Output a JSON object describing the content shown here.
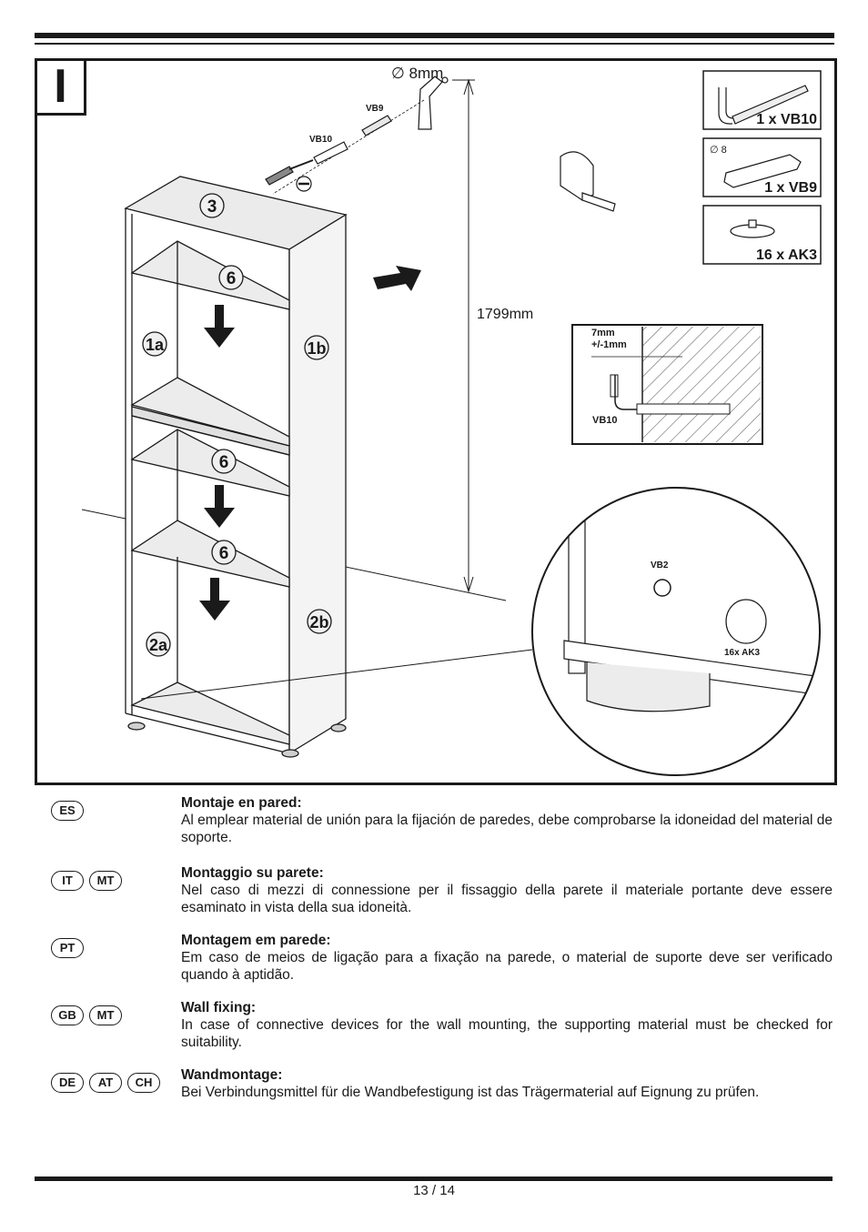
{
  "step": {
    "letter": "I"
  },
  "diagram": {
    "drill_label": "∅ 8mm",
    "vb9_label": "VB9",
    "vb10_label": "VB10",
    "height_label": "1799mm",
    "parts": [
      {
        "label": "1 x VB10"
      },
      {
        "label": "1 x VB9",
        "sub": "∅ 8"
      },
      {
        "label": "16 x AK3"
      }
    ],
    "panel_labels": [
      "3",
      "6",
      "6",
      "6",
      "1a",
      "1b",
      "2a",
      "2b"
    ],
    "detail": {
      "gap": "7mm",
      "tolerance": "+/-1mm",
      "screw": "VB10"
    },
    "zoom": {
      "screw": "VB2",
      "glide": "16x AK3"
    }
  },
  "languages": [
    {
      "codes": [
        "ES"
      ],
      "heading": "Montaje en pared:",
      "body": "Al emplear material de unión para la fijación de paredes, debe comprobarse la idoneidad del material de soporte."
    },
    {
      "codes": [
        "IT",
        "MT"
      ],
      "heading": "Montaggio su parete:",
      "body": "Nel caso di mezzi di connessione per il fissaggio della parete il materiale portante deve essere esaminato in vista della sua idoneità."
    },
    {
      "codes": [
        "PT"
      ],
      "heading": "Montagem em parede:",
      "body": "Em caso de meios de ligação para a fixação na parede, o material de suporte deve ser verificado quando à aptidão."
    },
    {
      "codes": [
        "GB",
        "MT"
      ],
      "heading": "Wall fixing:",
      "body": "In case of connective devices for the wall mounting, the supporting material must be checked for suitability."
    },
    {
      "codes": [
        "DE",
        "AT",
        "CH"
      ],
      "heading": "Wandmontage:",
      "body": "Bei Verbindungsmittel für die Wandbefestigung ist das Trägermaterial auf Eignung zu prüfen."
    }
  ],
  "footer": {
    "page": "13 / 14"
  }
}
